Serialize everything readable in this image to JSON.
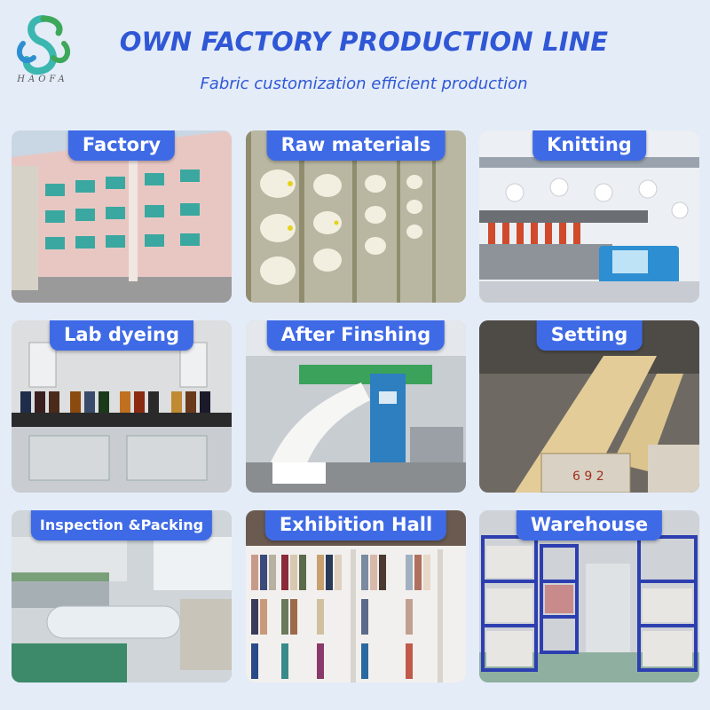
{
  "brand": {
    "name": "HAOFA",
    "colors": {
      "teal": "#3cb7b0",
      "green": "#3ea85a",
      "blue": "#3f6ae6"
    }
  },
  "header": {
    "title": "OWN FACTORY PRODUCTION LINE",
    "subtitle": "Fabric customization efficient production"
  },
  "tiles": [
    {
      "label": "Factory",
      "icon": "factory-photo"
    },
    {
      "label": "Raw materials",
      "icon": "yarn-cones-photo"
    },
    {
      "label": "Knitting",
      "icon": "knitting-machine-photo"
    },
    {
      "label": "Lab dyeing",
      "icon": "lab-dyeing-photo"
    },
    {
      "label": "After Finshing",
      "icon": "finishing-machine-photo"
    },
    {
      "label": "Setting",
      "icon": "setting-machine-photo"
    },
    {
      "label": "Inspection &Packing",
      "icon": "inspection-packing-photo"
    },
    {
      "label": "Exhibition Hall",
      "icon": "exhibition-hall-photo"
    },
    {
      "label": "Warehouse",
      "icon": "warehouse-photo"
    }
  ]
}
